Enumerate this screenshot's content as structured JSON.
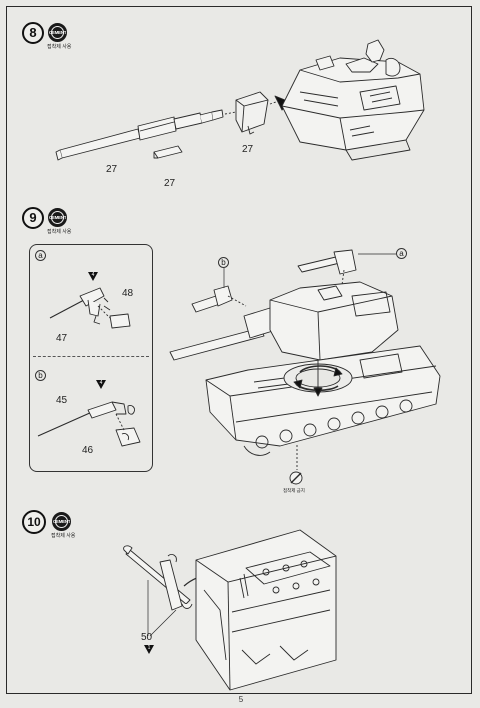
{
  "page_number": "5",
  "cement_badge_text": "CEMENT",
  "cement_caption": "접착제 사용",
  "no_cement_caption": "접착제 금지",
  "steps": [
    {
      "number": "8",
      "parts": [
        "27",
        "27",
        "27"
      ]
    },
    {
      "number": "9",
      "subassemblies": [
        {
          "label": "a",
          "warning": "4",
          "parts": [
            "47",
            "48"
          ]
        },
        {
          "label": "b",
          "warning": "4",
          "parts": [
            "45",
            "46"
          ]
        }
      ],
      "callouts": [
        "b",
        "a"
      ]
    },
    {
      "number": "10",
      "parts": [
        "50"
      ],
      "warning": "1"
    }
  ]
}
